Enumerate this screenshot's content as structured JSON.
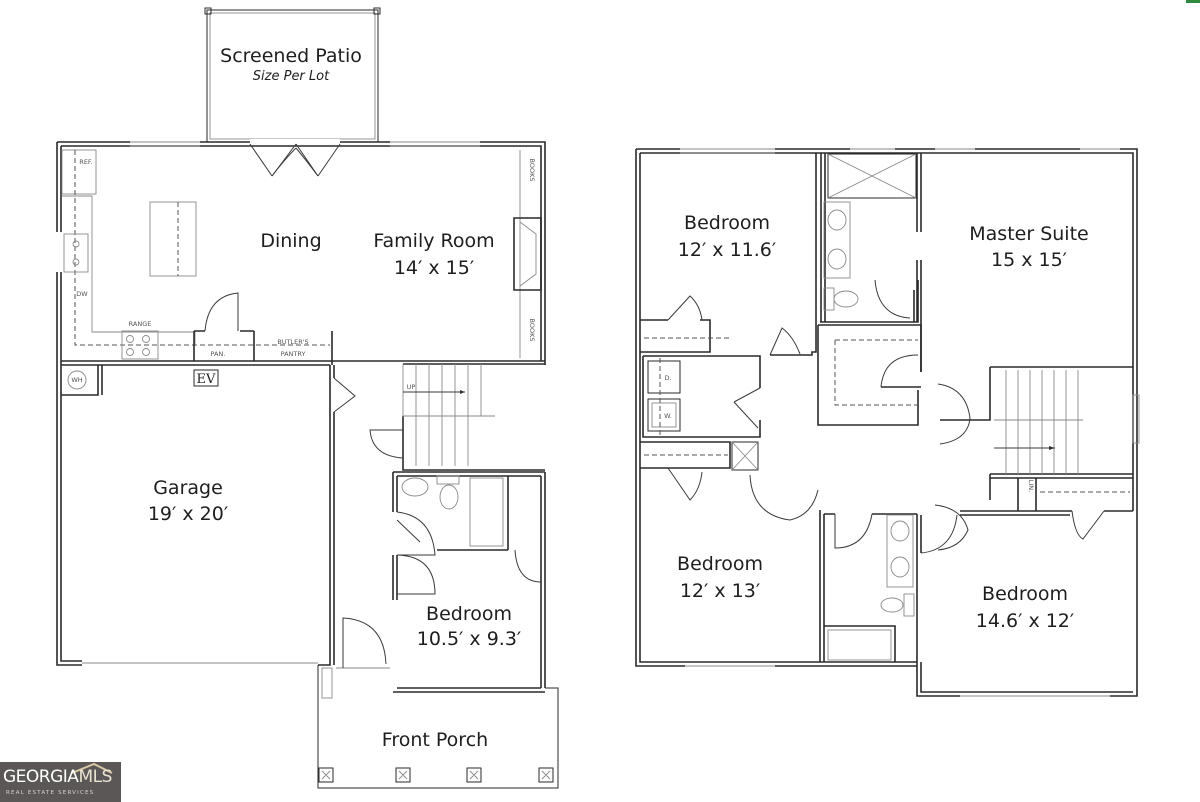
{
  "first_floor": {
    "rooms": {
      "screened_patio": {
        "name": "Screened Patio",
        "note": "Size Per Lot"
      },
      "dining": {
        "name": "Dining"
      },
      "family_room": {
        "name": "Family Room",
        "size": "14′ x 15′"
      },
      "garage": {
        "name": "Garage",
        "size": "19′ x 20′"
      },
      "bedroom": {
        "name": "Bedroom",
        "size": "10.5′ x 9.3′"
      },
      "front_porch": {
        "name": "Front Porch"
      }
    },
    "fixtures": {
      "ref": "REF.",
      "dw": "DW",
      "range": "RANGE",
      "pantry": "PAN.",
      "butlers_pantry_1": "BUTLER'S",
      "butlers_pantry_2": "PANTRY",
      "books_top": "BOOKS",
      "books_bottom": "BOOKS",
      "wh": "WH",
      "ev": "EV",
      "stair_up": "UP"
    }
  },
  "second_floor": {
    "rooms": {
      "bedroom_nw": {
        "name": "Bedroom",
        "size": "12′ x 11.6′"
      },
      "master_suite": {
        "name": "Master Suite",
        "size": "15 x 15′"
      },
      "bedroom_sw": {
        "name": "Bedroom",
        "size": "12′ x 13′"
      },
      "bedroom_se": {
        "name": "Bedroom",
        "size": "14.6′ x 12′"
      }
    },
    "fixtures": {
      "dryer": "D.",
      "washer": "W.",
      "linen": "LIN."
    }
  },
  "watermark": {
    "brand_main": "GEORGIA",
    "brand_accent": "MLS",
    "brand_sub": "REAL ESTATE SERVICES"
  }
}
